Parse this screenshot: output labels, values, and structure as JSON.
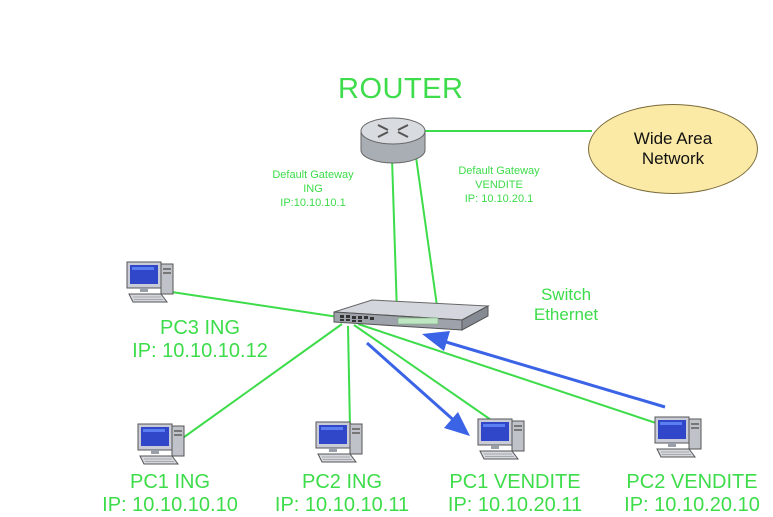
{
  "router": {
    "title": "ROUTER"
  },
  "wan": {
    "line1": "Wide Area",
    "line2": "Network"
  },
  "gateways": [
    {
      "line1": "Default Gateway",
      "line2": "ING",
      "line3": "IP:10.10.10.1"
    },
    {
      "line1": "Default Gateway",
      "line2": "VENDITE",
      "line3": "IP: 10.10.20.1"
    }
  ],
  "switch": {
    "line1": "Switch",
    "line2": "Ethernet"
  },
  "pcs": [
    {
      "name": "PC3 ING",
      "ip": "IP: 10.10.10.12"
    },
    {
      "name": "PC1 ING",
      "ip": "IP: 10.10.10.10"
    },
    {
      "name": "PC2 ING",
      "ip": "IP: 10.10.10.11"
    },
    {
      "name": "PC1 VENDITE",
      "ip": "IP: 10.10.20.11"
    },
    {
      "name": "PC2 VENDITE",
      "ip": "IP: 10.10.20.10"
    }
  ],
  "colors": {
    "link": "#3ddc4a",
    "arrow": "#3a63e6",
    "wan_fill": "#fbeaa6"
  }
}
